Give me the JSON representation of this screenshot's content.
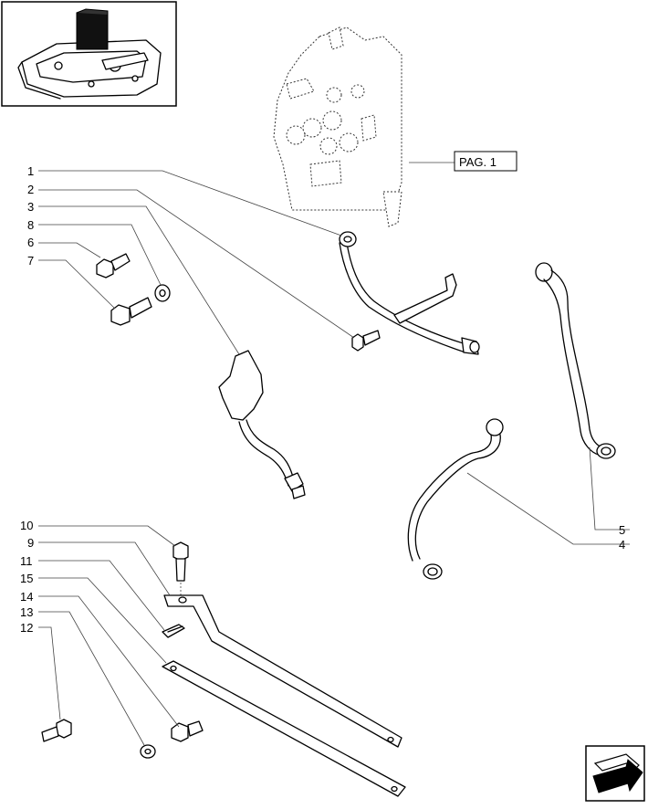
{
  "diagram": {
    "page_reference": "PAG. 1",
    "callouts": [
      "1",
      "2",
      "3",
      "8",
      "6",
      "7",
      "5",
      "4",
      "10",
      "9",
      "11",
      "15",
      "14",
      "13",
      "12"
    ]
  },
  "icons": {
    "thumbnail": "tractor-lift-cover-icon",
    "navigation": "next-page-arrow-icon"
  }
}
